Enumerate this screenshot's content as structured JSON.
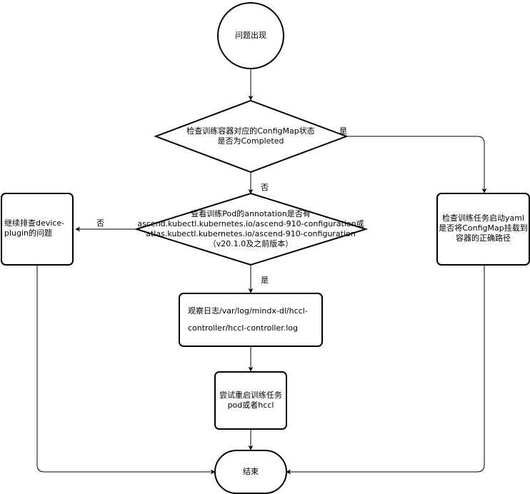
{
  "diagram": {
    "start": "问题出现",
    "decision1": {
      "line1": "检查训练容器对应的ConfigMap状态",
      "line2": "是否为Completed"
    },
    "decision2": {
      "line1": "查看训练Pod的annotation是否有",
      "line2": "ascend.kubectl.kubernetes.io/ascend-910-configuration或",
      "line3": "atlas.kubectl.kubernetes.io/ascend-910-configuration",
      "line4": "（v20.1.0及之前版本）"
    },
    "left_box": "继续排查device-plugin的问题",
    "right_box": "检查训练任务启动yaml是否将ConfigMap挂载到容器的正确路径",
    "log_box": {
      "line1": "观察日志/var/log/mindx-dl/hccl-",
      "line2": "controller/hccl-controller.log"
    },
    "restart_box": "尝试重启训练任务pod或者hccl",
    "end": "结束",
    "edge_labels": {
      "d1_yes": "是",
      "d1_no": "否",
      "d2_no": "否",
      "d2_yes": "是"
    }
  },
  "colors": {
    "stroke": "#000000",
    "connector": "#000000",
    "fill": "#ffffff"
  }
}
